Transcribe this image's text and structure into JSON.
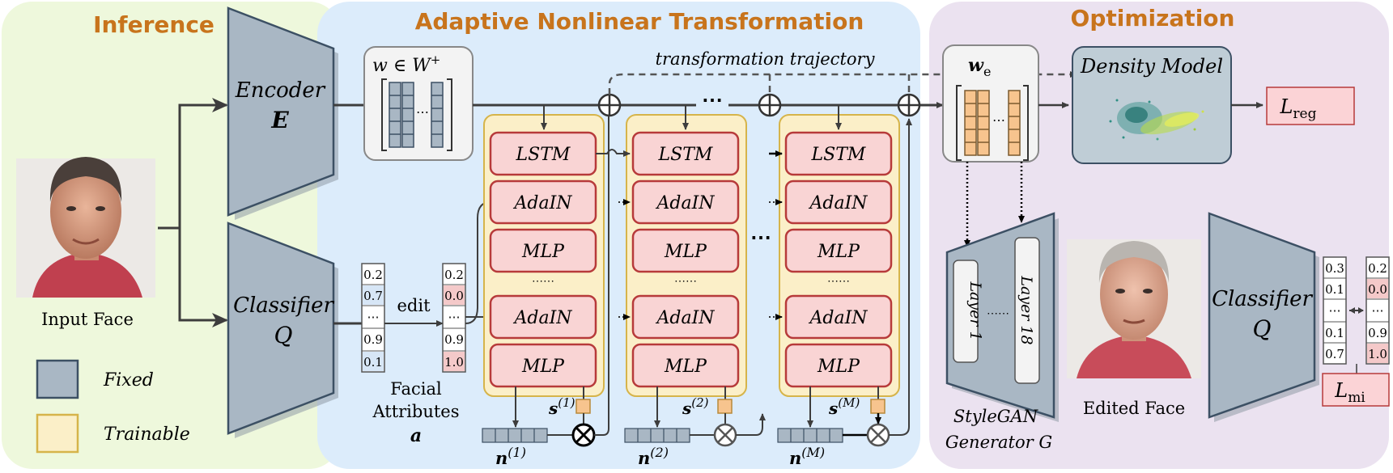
{
  "panels": {
    "inference": {
      "title": "Inference"
    },
    "transformation": {
      "title": "Adaptive Nonlinear Transformation"
    },
    "optimization": {
      "title": "Optimization"
    }
  },
  "colors": {
    "inference_bg": "#eef8dc",
    "transformation_bg": "#dcecfb",
    "optimization_bg": "#ebe2f0",
    "title_orange": "#c8741c",
    "fixed": "#a9b7c4",
    "trainable": "#fbefc8",
    "block_pink": "#f9d4d4",
    "block_border": "#b73a3a",
    "latent_orange": "#f7c48e"
  },
  "inference": {
    "encoder": {
      "line1": "Encoder",
      "line2": "E"
    },
    "classifier": {
      "line1": "Classifier",
      "line2": "Q"
    },
    "input_face_label": "Input Face",
    "legend": {
      "fixed": "Fixed",
      "trainable": "Trainable"
    }
  },
  "transformation": {
    "w_label": {
      "main": "w ∈ W",
      "sup": "+"
    },
    "trajectory_label": "transformation trajectory",
    "edit_label": "edit",
    "attributes_before": [
      "0.2",
      "0.7",
      "⋯",
      "0.9",
      "0.1"
    ],
    "attributes_after": [
      "0.2",
      "0.0",
      "⋯",
      "0.9",
      "1.0"
    ],
    "facial_attributes_label": {
      "line1": "Facial",
      "line2": "Attributes",
      "line3": "a"
    },
    "block_labels": {
      "lstm": "LSTM",
      "adain": "AdaIN",
      "mlp": "MLP",
      "dots": "⋯⋯"
    },
    "ellipsis": "⋯",
    "stages": [
      {
        "s_base": "s",
        "s_sup": "(1)",
        "n_base": "n",
        "n_sup": "(1)"
      },
      {
        "s_base": "s",
        "s_sup": "(2)",
        "n_base": "n",
        "n_sup": "(2)"
      },
      {
        "s_base": "s",
        "s_sup": "(M)",
        "n_base": "n",
        "n_sup": "(M)"
      }
    ]
  },
  "optimization": {
    "we_label": {
      "main": "w",
      "sub": "e"
    },
    "density_model": "Density Model",
    "loss_reg": {
      "main": "L",
      "sub": "reg"
    },
    "loss_mi": {
      "main": "L",
      "sub": "mi"
    },
    "generator_layers": {
      "first": "Layer 1",
      "dots": "⋯⋯",
      "last": "Layer 18"
    },
    "generator_label": {
      "line1": "StyleGAN",
      "line2": "Generator G"
    },
    "edited_face_label": "Edited Face",
    "classifier": {
      "line1": "Classifier",
      "line2": "Q"
    },
    "attributes_predicted": [
      "0.3",
      "0.1",
      "⋯",
      "0.1",
      "0.7"
    ],
    "attributes_target": [
      "0.2",
      "0.0",
      "⋯",
      "0.9",
      "1.0"
    ]
  }
}
